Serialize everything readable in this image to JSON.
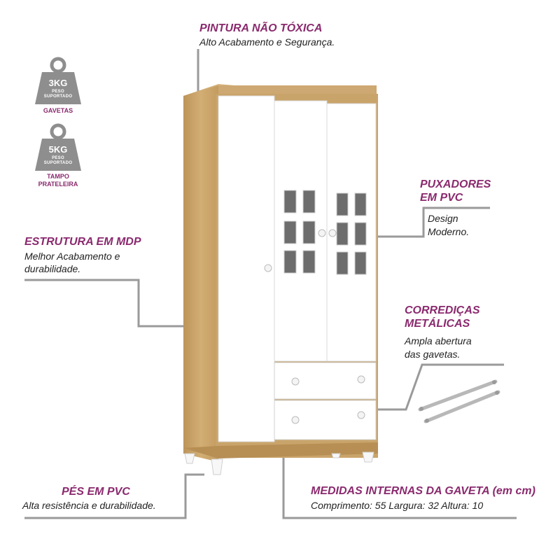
{
  "badges": [
    {
      "weight": "3KG",
      "line1": "PESO",
      "line2": "SUPORTADO",
      "caption1": "GAVETAS",
      "caption2": ""
    },
    {
      "weight": "5KG",
      "line1": "PESO",
      "line2": "SUPORTADO",
      "caption1": "TAMPO",
      "caption2": "PRATELEIRA"
    }
  ],
  "features": {
    "paint": {
      "title": "PINTURA NÃO TÓXICA",
      "desc": "Alto Acabamento e Segurança."
    },
    "handles": {
      "title1": "PUXADORES",
      "title2": "EM PVC",
      "desc1": "Design",
      "desc2": "Moderno."
    },
    "structure": {
      "title": "ESTRUTURA EM MDP",
      "desc1": "Melhor Acabamento e",
      "desc2": "durabilidade."
    },
    "slides": {
      "title1": "CORREDIÇAS",
      "title2": "METÁLICAS",
      "desc1": "Ampla abertura",
      "desc2": "das gavetas."
    },
    "feet": {
      "title": "PÉS EM PVC",
      "desc": "Alta resistência e durabilidade."
    },
    "drawer": {
      "title": "MEDIDAS INTERNAS DA GAVETA (em cm)",
      "desc": "Comprimento: 55 Largura: 32 Altura: 10"
    }
  },
  "colors": {
    "accent": "#8a2a6e",
    "wood": "#c9a46a",
    "panel": "#ffffff",
    "badge": "#8e8e8e",
    "leader": "#9a9a9a"
  }
}
